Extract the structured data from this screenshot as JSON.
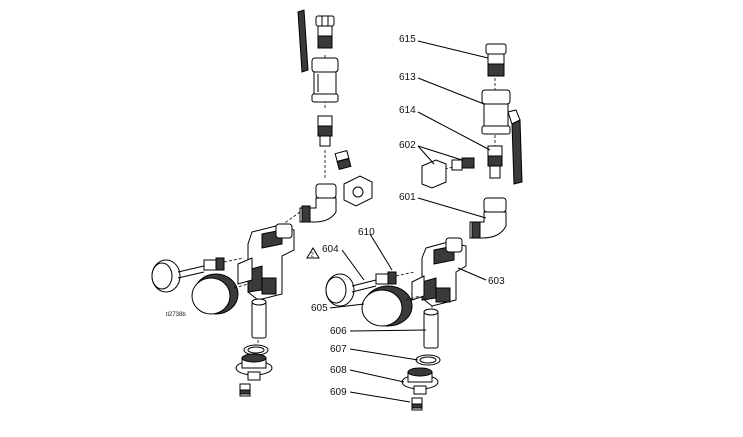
{
  "diagram": {
    "drawing_id": "ti2738b",
    "warning_number": "2",
    "callouts": [
      "615",
      "613",
      "614",
      "602",
      "601",
      "610",
      "604",
      "603",
      "605",
      "606",
      "607",
      "608",
      "609"
    ]
  }
}
